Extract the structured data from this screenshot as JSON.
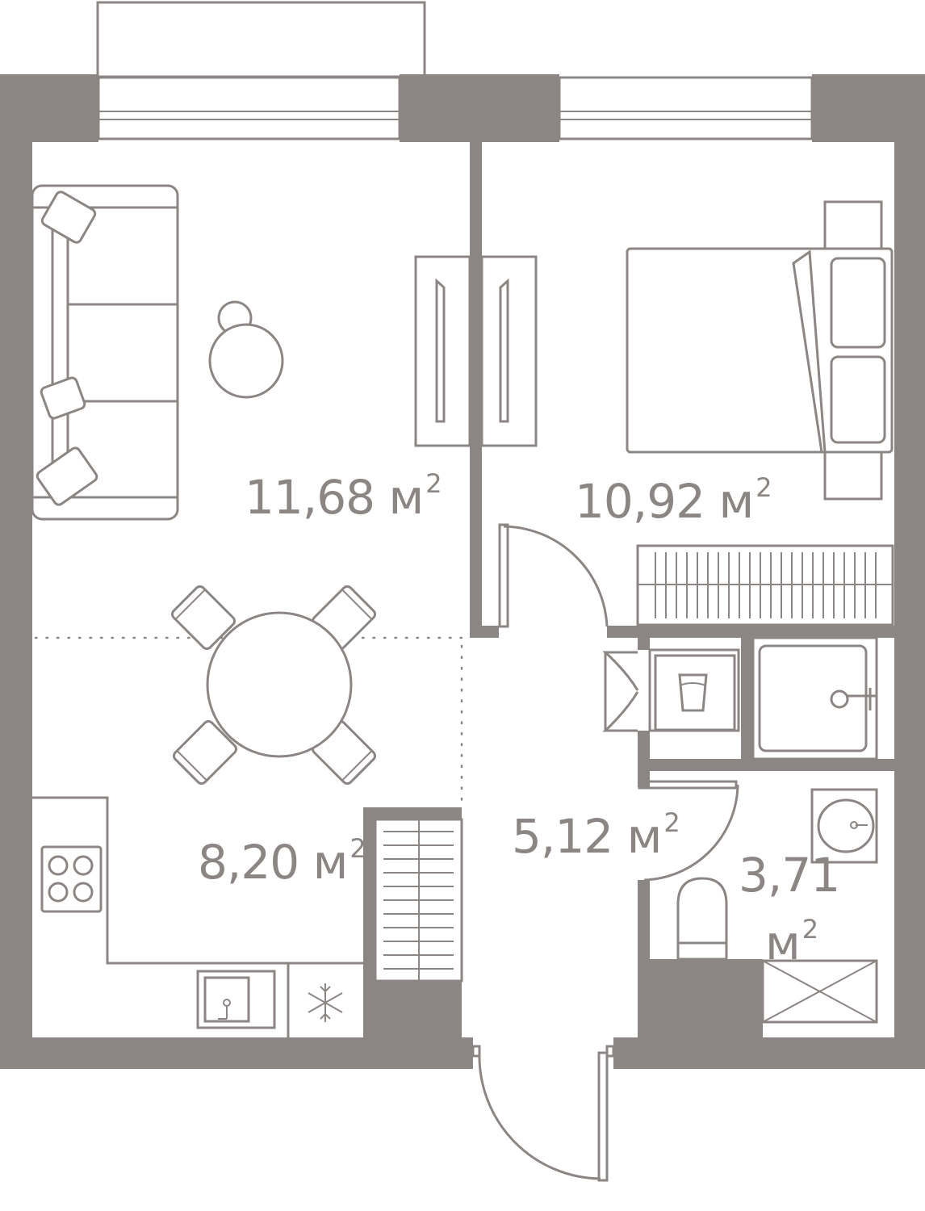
{
  "plan": {
    "unit": "м",
    "unit_power": "2",
    "rooms": [
      {
        "key": "living",
        "area": "11,68"
      },
      {
        "key": "bedroom",
        "area": "10,92"
      },
      {
        "key": "kitchen",
        "area": "8,20"
      },
      {
        "key": "hall",
        "area": "5,12"
      },
      {
        "key": "bathroom",
        "area": "3,71"
      }
    ],
    "colors": {
      "wall": "#8b8683",
      "floor": "#ffffff",
      "line": "#8b8683"
    }
  }
}
